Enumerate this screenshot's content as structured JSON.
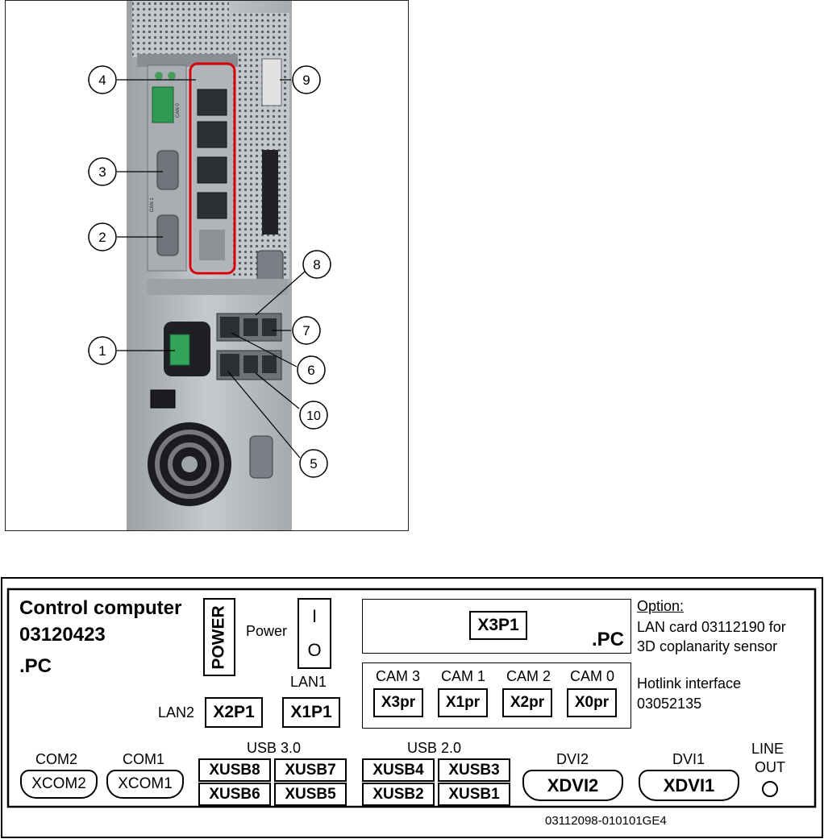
{
  "callouts": [
    {
      "num": "1"
    },
    {
      "num": "2"
    },
    {
      "num": "3"
    },
    {
      "num": "4"
    },
    {
      "num": "5"
    },
    {
      "num": "6"
    },
    {
      "num": "7"
    },
    {
      "num": "8"
    },
    {
      "num": "9"
    },
    {
      "num": "10"
    }
  ],
  "photo_tags": {
    "can0": "CAN 0",
    "can1": "CAN 1"
  },
  "colors": {
    "highlight": "#d8000a",
    "chassis": "#b9bcc0",
    "ink": "#000000"
  },
  "label": {
    "title_line1": "Control computer",
    "title_line2": "03120423",
    "title_line3": ".PC",
    "power_vertical": "POWER",
    "power_switch_label": "Power",
    "switch_on_symbol": "I",
    "switch_off_symbol": "O",
    "x3p1": "X3P1",
    "pc_tag": ".PC",
    "option_heading": "Option:",
    "option_line1": "LAN card 03112190 for",
    "option_line2": "3D coplanarity sensor",
    "lan1": "LAN1",
    "lan2": "LAN2",
    "x1p1": "X1P1",
    "x2p1": "X2P1",
    "cams": [
      {
        "name": "CAM 3",
        "port": "X3pr"
      },
      {
        "name": "CAM 1",
        "port": "X1pr"
      },
      {
        "name": "CAM 2",
        "port": "X2pr"
      },
      {
        "name": "CAM 0",
        "port": "X0pr"
      }
    ],
    "hotlink_line1": "Hotlink interface",
    "hotlink_line2": "03052135",
    "com2": "COM2",
    "com1": "COM1",
    "xcom2": "XCOM2",
    "xcom1": "XCOM1",
    "usb30": "USB 3.0",
    "usb20": "USB 2.0",
    "xusb8": "XUSB8",
    "xusb7": "XUSB7",
    "xusb6": "XUSB6",
    "xusb5": "XUSB5",
    "xusb4": "XUSB4",
    "xusb3": "XUSB3",
    "xusb2": "XUSB2",
    "xusb1": "XUSB1",
    "dvi2": "DVI2",
    "dvi1": "DVI1",
    "xdvi2": "XDVI2",
    "xdvi1": "XDVI1",
    "line_out_1": "LINE",
    "line_out_2": "OUT",
    "doc_number": "03112098-010101GE4"
  }
}
